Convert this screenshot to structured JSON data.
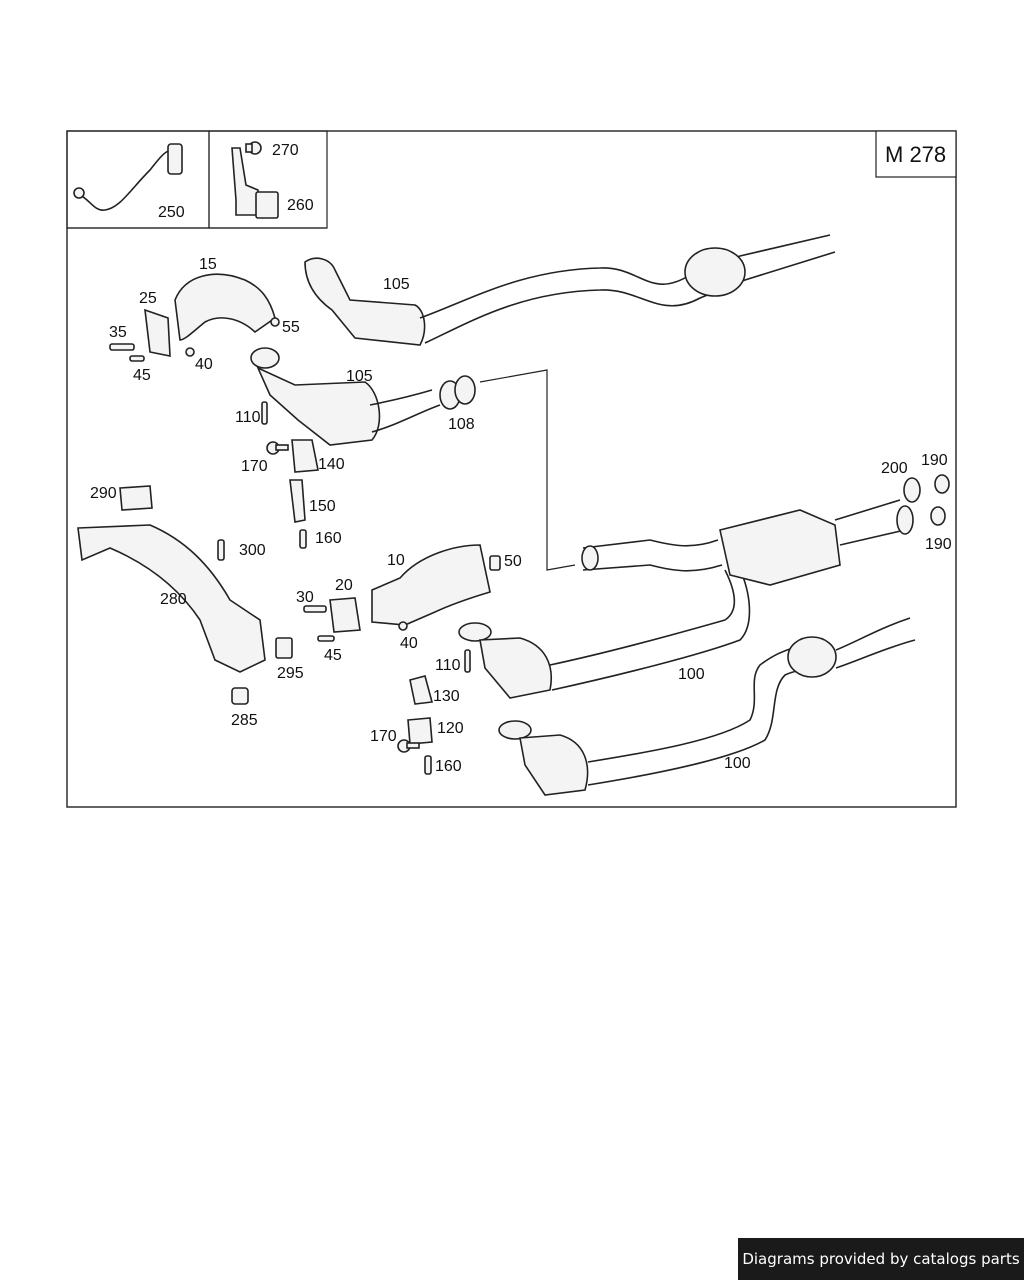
{
  "diagram": {
    "title": "M 278",
    "labels": {
      "p250": "250",
      "p270": "270",
      "p260": "260",
      "p15": "15",
      "p25": "25",
      "p35": "35",
      "p45a": "45",
      "p40a": "40",
      "p55": "55",
      "p105a": "105",
      "p105b": "105",
      "p108": "108",
      "p110a": "110",
      "p170a": "170",
      "p140": "140",
      "p150": "150",
      "p160a": "160",
      "p290": "290",
      "p300": "300",
      "p280": "280",
      "p30": "30",
      "p20": "20",
      "p45b": "45",
      "p40b": "40",
      "p10": "10",
      "p50": "50",
      "p295": "295",
      "p285": "285",
      "p110b": "110",
      "p130": "130",
      "p170b": "170",
      "p120": "120",
      "p160b": "160",
      "p100a": "100",
      "p100b": "100",
      "p200": "200",
      "p190a": "190",
      "p190b": "190"
    }
  },
  "footer": {
    "credit": "Diagrams provided by catalogs parts"
  }
}
